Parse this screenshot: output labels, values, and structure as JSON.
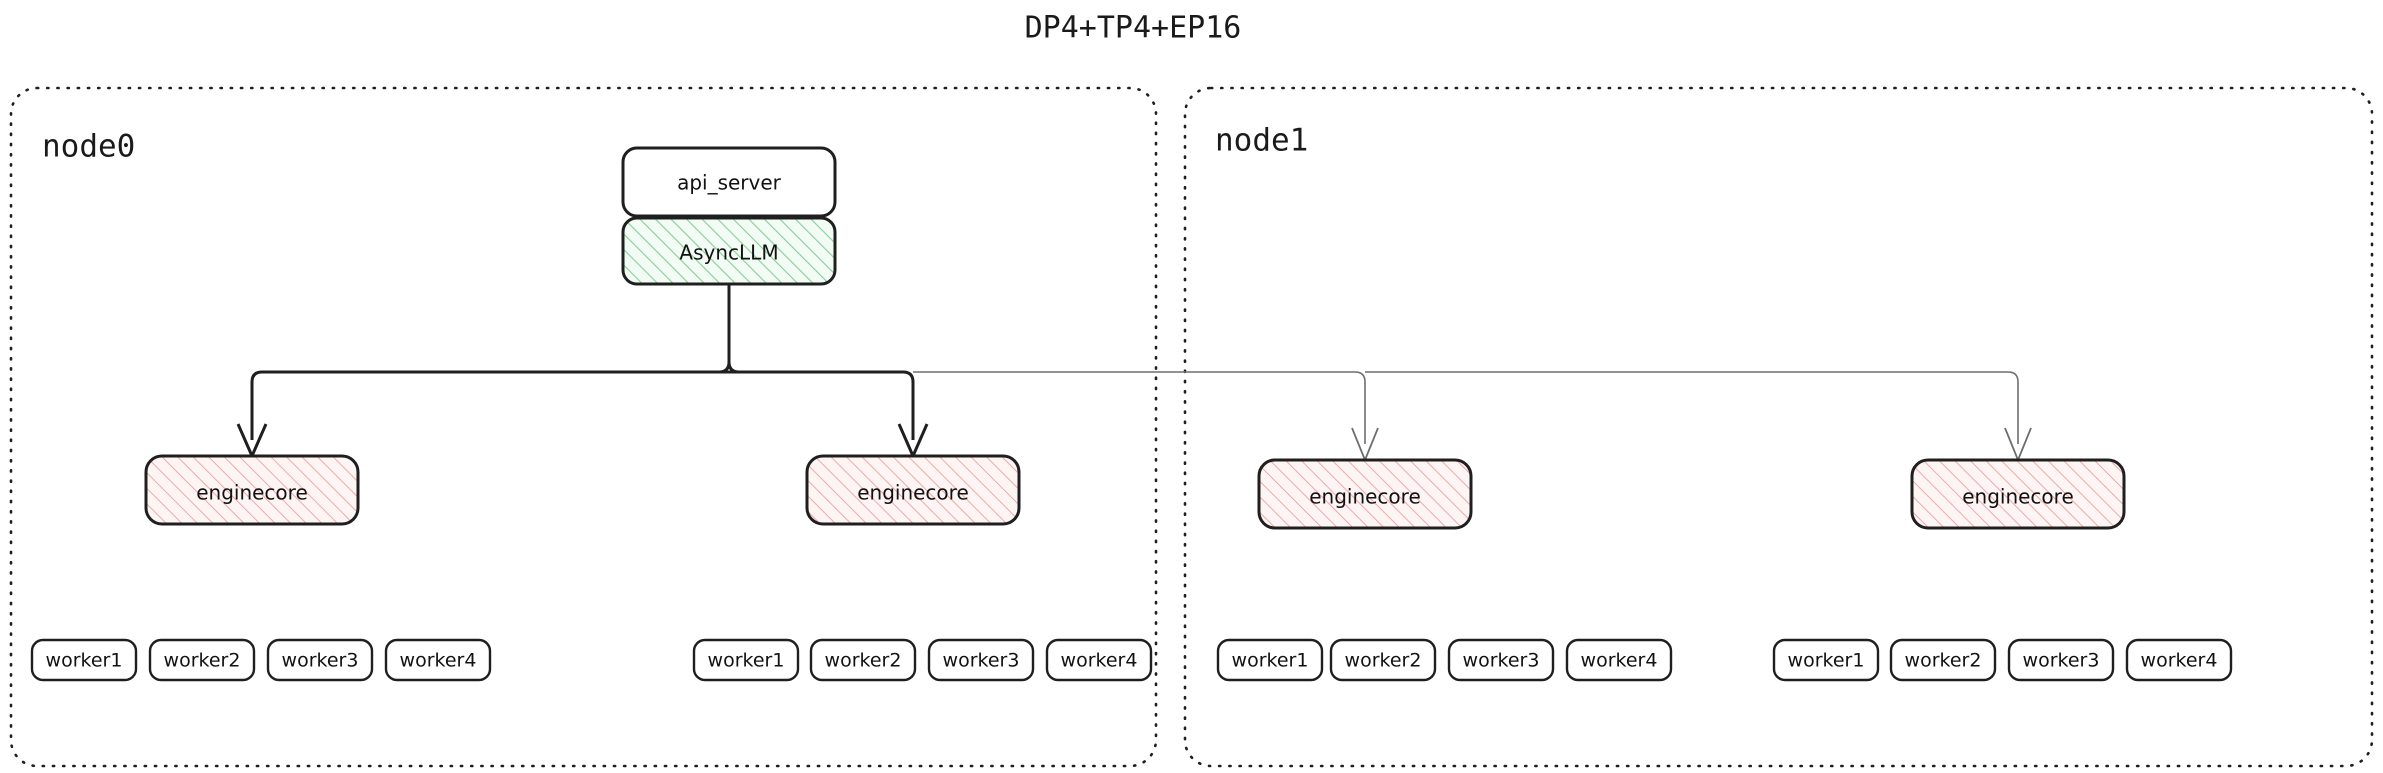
{
  "title": "DP4+TP4+EP16",
  "colors": {
    "stroke_dark": "#1f1f1f",
    "stroke_light": "#6e6e6e",
    "green_hatch": "#86cf9a",
    "green_fill": "#f2fbf4",
    "pink_hatch": "#f0a9a9",
    "pink_fill": "#fdf3f3",
    "background": "#ffffff",
    "text": "#121212"
  },
  "nodes": [
    {
      "id": "node0",
      "label": "node0",
      "api_server": {
        "label": "api_server"
      },
      "async_llm": {
        "label": "AsyncLLM"
      },
      "enginecores": [
        {
          "label": "enginecore"
        },
        {
          "label": "enginecore"
        }
      ],
      "worker_groups": [
        {
          "workers": [
            {
              "label": "worker1"
            },
            {
              "label": "worker2"
            },
            {
              "label": "worker3"
            },
            {
              "label": "worker4"
            }
          ]
        },
        {
          "workers": [
            {
              "label": "worker1"
            },
            {
              "label": "worker2"
            },
            {
              "label": "worker3"
            },
            {
              "label": "worker4"
            }
          ]
        }
      ]
    },
    {
      "id": "node1",
      "label": "node1",
      "enginecores": [
        {
          "label": "enginecore"
        },
        {
          "label": "enginecore"
        }
      ],
      "worker_groups": [
        {
          "workers": [
            {
              "label": "worker1"
            },
            {
              "label": "worker2"
            },
            {
              "label": "worker3"
            },
            {
              "label": "worker4"
            }
          ]
        },
        {
          "workers": [
            {
              "label": "worker1"
            },
            {
              "label": "worker2"
            },
            {
              "label": "worker3"
            },
            {
              "label": "worker4"
            }
          ]
        }
      ]
    }
  ]
}
